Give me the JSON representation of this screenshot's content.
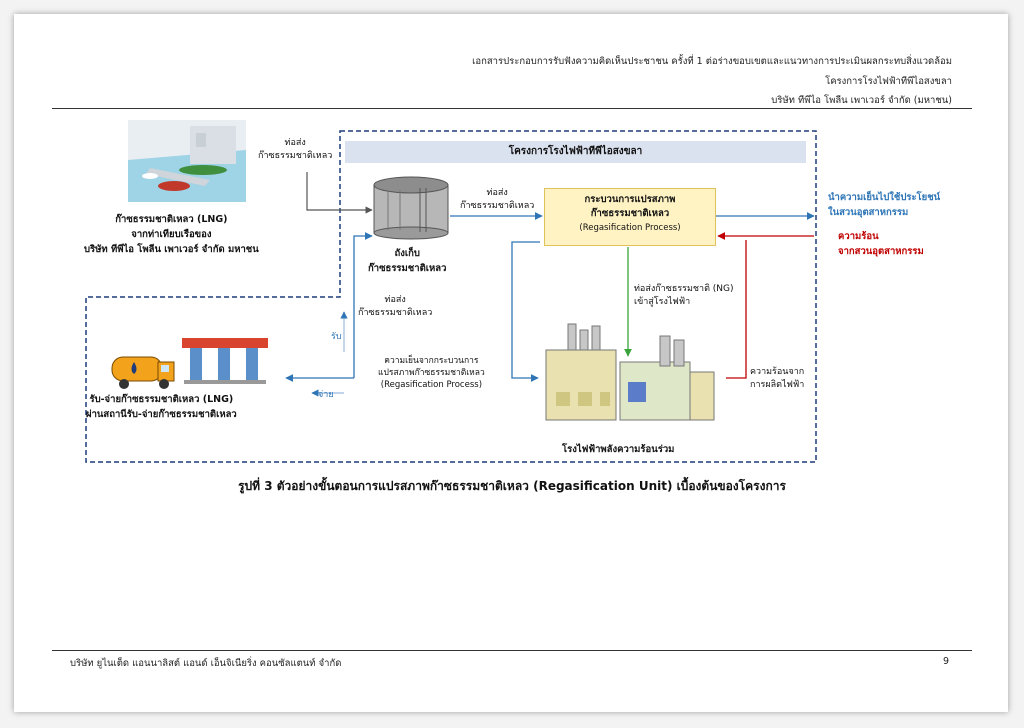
{
  "header": {
    "line1": "เอกสารประกอบการรับฟังความคิดเห็นประชาชน ครั้งที่ 1 ต่อร่างขอบเขตและแนวทางการประเมินผลกระทบสิ่งแวดล้อม",
    "line2": "โครงการโรงไฟฟ้าทีพีไอสงขลา",
    "line3": "บริษัท ทีพีไอ โพลีน เพาเวอร์ จำกัด (มหาชน)"
  },
  "diagram": {
    "project_title": "โครงการโรงไฟฟ้าทีพีไอสงขลา",
    "pipe_lng_top": [
      "ท่อส่ง",
      "ก๊าซธรรมชาติเหลว"
    ],
    "pipe_lng_mid": [
      "ท่อส่ง",
      "ก๊าซธรรมชาติเหลว"
    ],
    "pipe_lng_left": [
      "ท่อส่ง",
      "ก๊าซธรรมชาติเหลว"
    ],
    "jetty_label": [
      "ก๊าซธรรมชาติเหลว (LNG)",
      "จากท่าเทียบเรือของ",
      "บริษัท ทีพีไอ โพลีน เพาเวอร์ จำกัด มหาชน"
    ],
    "tank_label": [
      "ถังเก็บ",
      "ก๊าซธรรมชาติเหลว"
    ],
    "process_box": [
      "กระบวนการแปรสภาพ",
      "ก๊าซธรรมชาติเหลว",
      "(Regasification Process)"
    ],
    "cold_use": [
      "นำความเย็นไปใช้ประโยชน์",
      "ในสวนอุตสาหกรรม"
    ],
    "heat_in": [
      "ความร้อน",
      "จากสวนอุตสาหกรรม"
    ],
    "ng_pipe": [
      "ท่อส่งก๊าซธรรมชาติ (NG)",
      "เข้าสู่โรงไฟฟ้า"
    ],
    "receive": "รับ",
    "dispatch": "จ่าย",
    "cold_from_process": [
      "ความเย็นจากกระบวนการ",
      "แปรสภาพก๊าซธรรมชาติเหลว",
      "(Regasification Process)"
    ],
    "heat_from_power": [
      "ความร้อนจาก",
      "การผลิตไฟฟ้า"
    ],
    "power_plant": "โรงไฟฟ้าพลังความร้อนร่วม",
    "station_label": [
      "รับ-จ่ายก๊าซธรรมชาติเหลว (LNG)",
      "ผ่านสถานีรับ-จ่ายก๊าซธรรมชาติเหลว"
    ],
    "caption": "รูปที่ 3   ตัวอย่างขั้นตอนการแปรสภาพก๊าซธรรมชาติเหลว (Regasification Unit) เบื้องต้นของโครงการ",
    "colors": {
      "blue": "#2e75b6",
      "red": "#c00000",
      "green": "#3aa33a",
      "gray": "#555555",
      "navy": "#1f3d7a"
    }
  },
  "footer": {
    "company": "บริษัท ยูไนเต็ด แอนนาลิสต์ แอนด์ เอ็นจิเนียริ่ง คอนซัลแตนท์ จำกัด",
    "page": "9"
  }
}
